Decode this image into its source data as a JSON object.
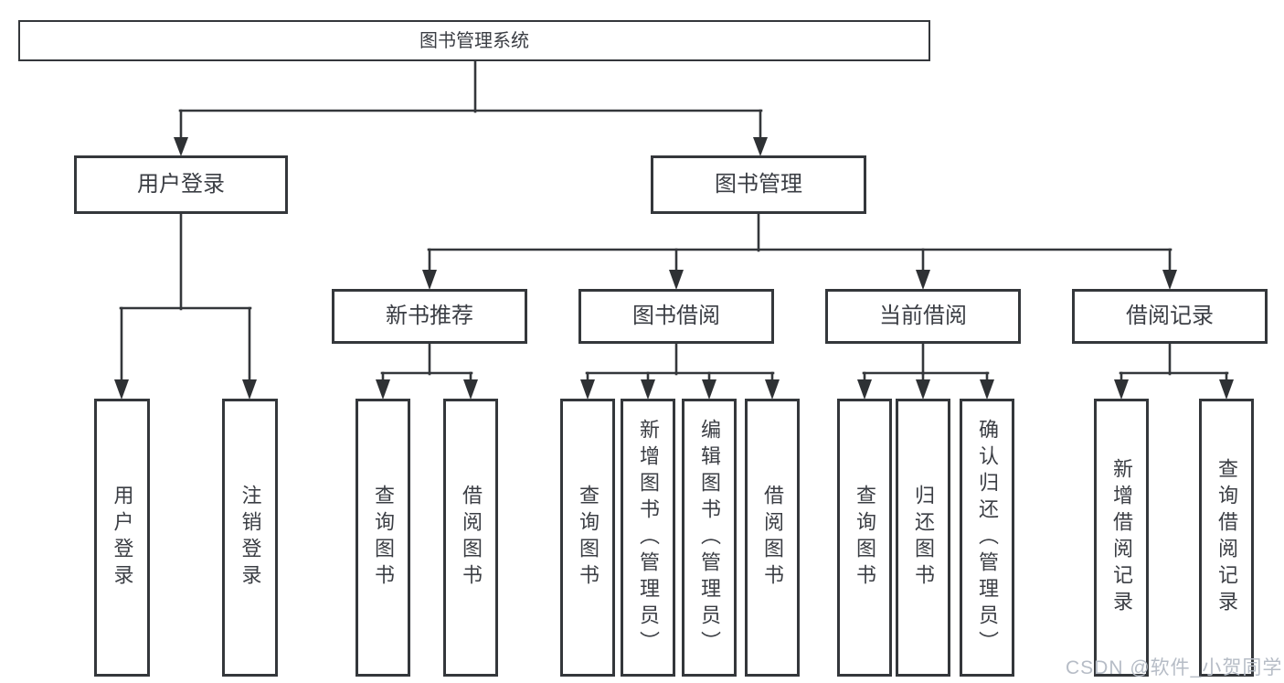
{
  "root": {
    "label": "图书管理系统"
  },
  "level1": [
    {
      "label": "用户登录"
    },
    {
      "label": "图书管理"
    }
  ],
  "level2": [
    {
      "label": "新书推荐"
    },
    {
      "label": "图书借阅"
    },
    {
      "label": "当前借阅"
    },
    {
      "label": "借阅记录"
    }
  ],
  "leaves": {
    "user_login": [
      {
        "label": "用户登录"
      },
      {
        "label": "注销登录"
      }
    ],
    "new_books": [
      {
        "label": "查询图书"
      },
      {
        "label": "借阅图书"
      }
    ],
    "book_borrowing": [
      {
        "label": "查询图书"
      },
      {
        "label": "新增图书（管理员）"
      },
      {
        "label": "编辑图书（管理员）"
      },
      {
        "label": "借阅图书"
      }
    ],
    "current_borrowing": [
      {
        "label": "查询图书"
      },
      {
        "label": "归还图书"
      },
      {
        "label": "确认归还（管理员）"
      }
    ],
    "borrowing_records": [
      {
        "label": "新增借阅记录"
      },
      {
        "label": "查询借阅记录"
      }
    ]
  },
  "watermark": {
    "text": "CSDN @软件_小贺同学"
  },
  "colors": {
    "line": "#34373b",
    "box_border": "#34373b",
    "text": "#3b3e44",
    "watermark_text": "#b6bcc6",
    "background": "#ffffff"
  }
}
